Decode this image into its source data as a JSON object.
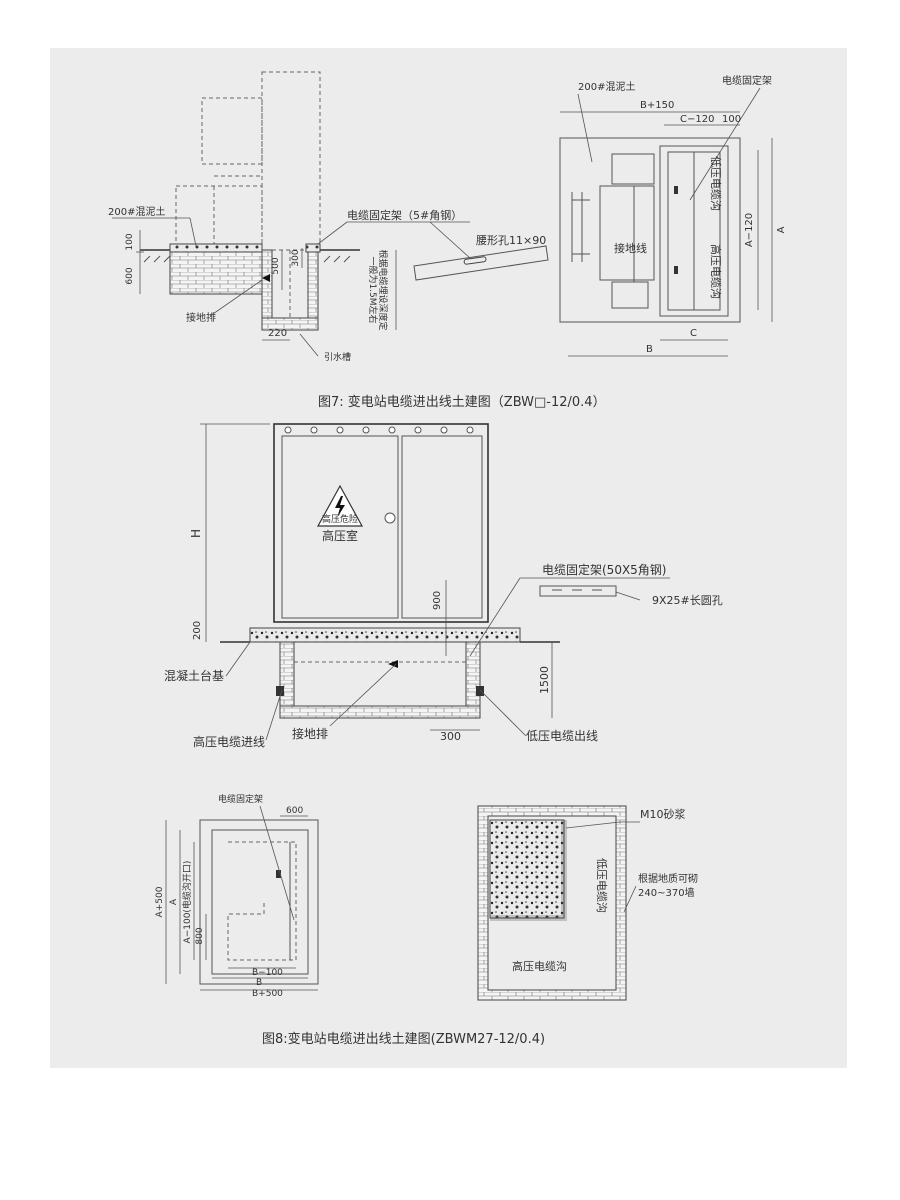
{
  "fig7": {
    "caption": "图7: 变电站电缆进出线土建图（ZBW□-12/0.4）",
    "left": {
      "concrete": "200#混泥土",
      "dim_100": "100",
      "dim_600": "600",
      "bracket": "电缆固定架（5#角钢）",
      "dim_500": "500",
      "dim_300": "300",
      "depth_note_1": "根据电缆埋设深度定",
      "depth_note_2": "一般为1.5M左右",
      "ground_bar": "接地排",
      "dim_220": "220",
      "drain": "引水槽",
      "slot_hole": "腰形孔11×90"
    },
    "right": {
      "concrete": "200#混泥土",
      "bracket": "电缆固定架",
      "dim_b150": "B+150",
      "dim_c120": "C−120",
      "dim_100": "100",
      "ground_line": "接地线",
      "lv_trench": "低压电缆沟",
      "hv_trench": "高压电缆沟",
      "dim_a120": "A−120",
      "dim_a": "A",
      "dim_c": "C",
      "dim_b": "B"
    }
  },
  "fig8": {
    "caption": "图8:变电站电缆进出线土建图(ZBWM27-12/0.4)",
    "elev": {
      "dim_h": "H",
      "warning": "高压危险",
      "hv_room": "高压室",
      "dim_900": "900",
      "dim_200": "200",
      "bracket": "电缆固定架(50X5角钢)",
      "holes": "9X25#长圆孔",
      "dim_1500": "1500",
      "base": "混凝土台基",
      "hv_in": "高压电缆进线",
      "ground_bar": "接地排",
      "dim_300": "300",
      "lv_out": "低压电缆出线"
    },
    "plan": {
      "bracket": "电缆固定架",
      "dim_600": "600",
      "dim_a500": "A+500",
      "dim_a": "A",
      "dim_a100": "A−100(电缆沟开口)",
      "dim_800": "800",
      "dim_b100": "B−100",
      "dim_b": "B",
      "dim_b500": "B+500"
    },
    "trench": {
      "mortar": "M10砂浆",
      "wall_1": "根据地质可砌",
      "wall_2": "240~370墙",
      "lv_trench": "低压电缆沟",
      "hv_trench": "高压电缆沟"
    }
  }
}
